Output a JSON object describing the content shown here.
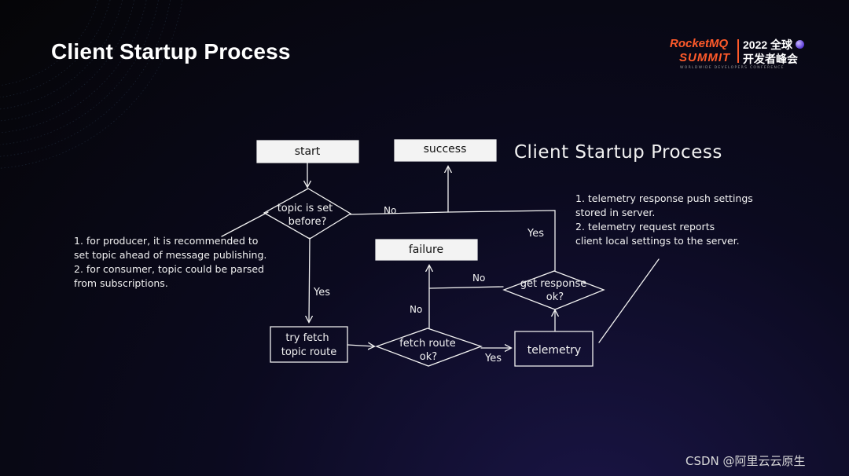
{
  "slide": {
    "title": "Client Startup Process"
  },
  "brand": {
    "line1": "RocketMQ",
    "line2": "SUMMIT",
    "year": "2022 全球",
    "event": "开发者峰会",
    "subtitle": "WORLDWIDE DEVELOPERS CONFERENCE",
    "accent_color": "#ff5a2a"
  },
  "diagram": {
    "title": "Client Startup Process",
    "nodes": {
      "start": "start",
      "success": "success",
      "topic_set": [
        "topic is set",
        "before?"
      ],
      "failure": "failure",
      "get_response": [
        "get response",
        "ok?"
      ],
      "try_fetch": [
        "try fetch",
        "topic route"
      ],
      "fetch_route": [
        "fetch route",
        "ok?"
      ],
      "telemetry": "telemetry"
    },
    "edge_labels": {
      "topic_no": "No",
      "topic_yes": "Yes",
      "response_yes": "Yes",
      "response_no": "No",
      "fetch_no": "No",
      "fetch_yes": "Yes"
    },
    "notes": {
      "producer": [
        "1. for producer, it is recommended to",
        "set topic ahead of message publishing.",
        "2. for consumer, topic could be parsed",
        "from subscriptions."
      ],
      "telemetry": [
        "1. telemetry response push settings",
        "stored in server.",
        "2. telemetry request reports",
        "client local settings to the server."
      ]
    }
  },
  "watermark": "CSDN @阿里云云原生"
}
